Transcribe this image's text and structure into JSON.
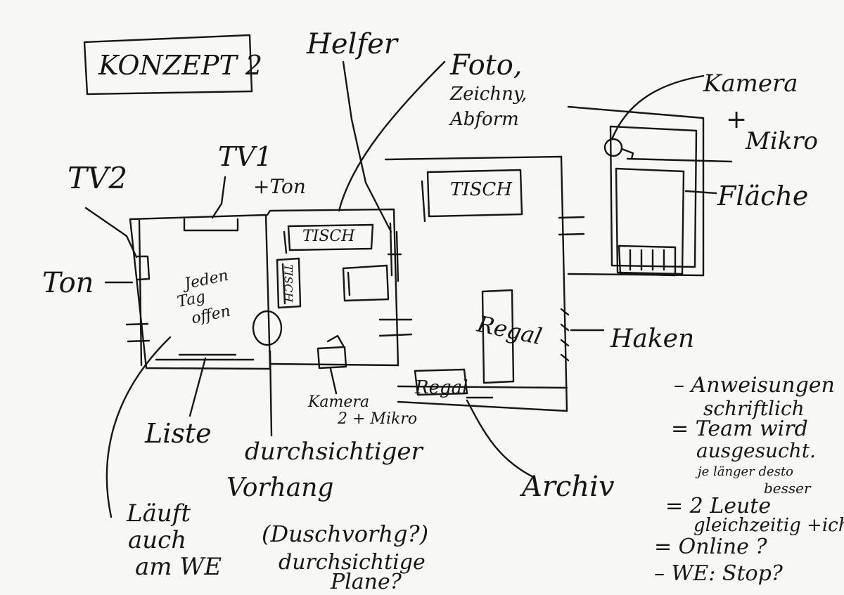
{
  "sheet": {
    "ink_color": "#161616",
    "paper_color": "#f7f7f5",
    "title": "KONZEPT 2",
    "labels": {
      "helfer": "Helfer",
      "foto": "Foto,",
      "zeichnung": "Zeichny,",
      "abform": "Abform",
      "kamera_1": "Kamera",
      "kamera_1b": "+",
      "mikro_1": "Mikro",
      "flaeche": "Fläche",
      "tv2": "TV2",
      "tv1": "TV1",
      "tv1_ton": "+Ton",
      "ton": "Ton",
      "tisch_1": "TISCH",
      "tisch_2": "TISCH",
      "tisch_3": "TISCH",
      "jeden": "Jeden",
      "tag": "Tag",
      "offen": "offen",
      "regal_1": "Regal",
      "regal_2": "Regal",
      "haken": "Haken",
      "kamera_2": "Kamera",
      "mikro_2": "2 + Mikro",
      "liste": "Liste",
      "durchsichtiger": "durchsichtiger",
      "vorhang": "Vorhang",
      "archiv": "Archiv",
      "laeuft": "Läuft",
      "auch": "auch",
      "am_we": "am WE",
      "duschvorhang": "(Duschvorhg?)",
      "durchsichtige": "durchsichtige",
      "plane": "Plane?"
    },
    "notes": [
      "– Anweisungen",
      "schriftlich",
      "= Team wird",
      "ausgesucht.",
      "je länger desto",
      "besser",
      "= 2 Leute",
      "gleichzeitig +ich",
      "= Online ?",
      "– WE: Stop?"
    ]
  }
}
